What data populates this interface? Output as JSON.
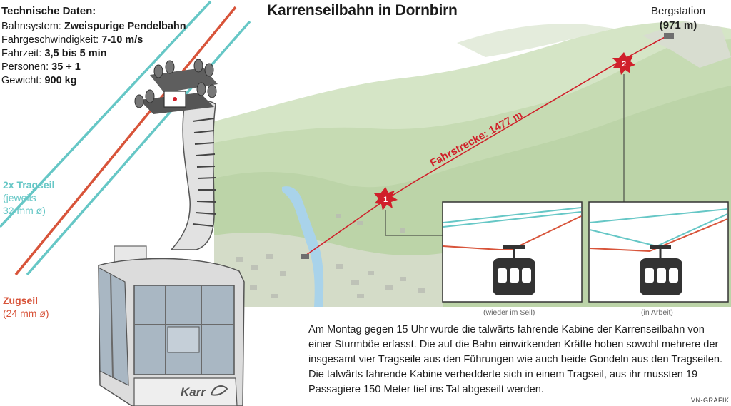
{
  "title": "Karrenseilbahn in Dornbirn",
  "specs": {
    "heading": "Technische Daten:",
    "rows": [
      {
        "label": "Bahnsystem: ",
        "value": "Zweispurige Pendelbahn"
      },
      {
        "label": "Fahrgeschwindigkeit: ",
        "value": "7-10 m/s"
      },
      {
        "label": "Fahrzeit: ",
        "value": "3,5 bis 5 min"
      },
      {
        "label": "Personen: ",
        "value": "35 + 1"
      },
      {
        "label": "Gewicht: ",
        "value": "900 kg"
      }
    ]
  },
  "stations": {
    "top_name": "Bergstation",
    "top_altitude": "(971 m)"
  },
  "route": {
    "label": "Fahrstrecke: 1477 m"
  },
  "markers": [
    "1",
    "2"
  ],
  "cables": {
    "tragseil": {
      "title": "2x Tragseil",
      "detail_1": "(jeweils",
      "detail_2": "32 mm ø)"
    },
    "zugseil": {
      "title": "Zugseil",
      "detail": "(24 mm ø)"
    }
  },
  "cabin_brand": "Karr",
  "insets": [
    {
      "caption": "(wieder im Seil)"
    },
    {
      "caption": "(in Arbeit)"
    }
  ],
  "body_text": "Am Montag gegen 15 Uhr wurde die talwärts fahrende Kabine der Karrenseilbahn von einer Sturmböe erfasst. Die auf die Bahn einwirkenden Kräfte hoben sowohl mehrere der insgesamt vier Tragseile aus den Führungen wie auch beide Gondeln aus den Tragseilen. Die talwärts fahrende Kabine verhedderte sich in einem Tragseil, aus ihr mussten 19 Passagiere 150 Meter tief ins Tal abgeseilt werden.",
  "credit": "VN-GRAFIK",
  "colors": {
    "tragseil": "#66c7c6",
    "zugseil": "#d8543a",
    "route": "#d0202a",
    "terrain": "#c9ddb8",
    "river": "#a9d3ea"
  }
}
